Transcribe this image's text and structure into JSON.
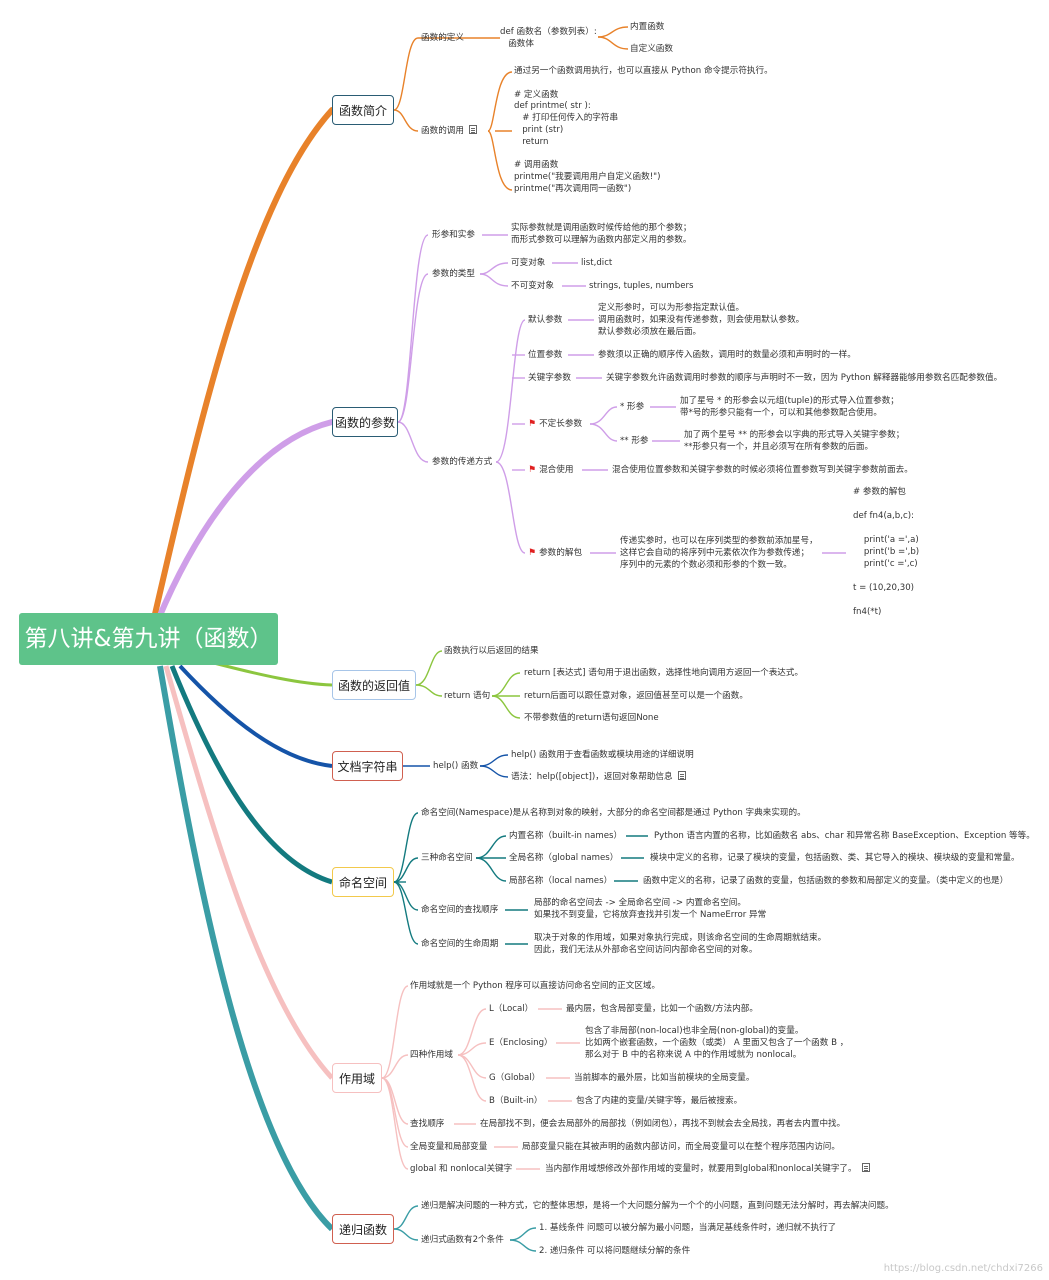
{
  "root": "第八讲&第九讲（函数）",
  "colors": {
    "root": "#5ec38a",
    "orange": "#e8822a",
    "violet": "#cf9ee8",
    "green": "#8cc63f",
    "blue": "#1554a8",
    "teal": "#137a7f",
    "pink": "#f6c0c0",
    "cyan": "#3a9da5"
  },
  "s1": {
    "title": "函数简介",
    "def_label": "函数的定义",
    "def_text": "def 函数名（参数列表）:\n   函数体",
    "builtin": "内置函数",
    "custom": "自定义函数",
    "call_label": "函数的调用",
    "call_text": "通过另一个函数调用执行，也可以直接从 Python 命令提示符执行。\n\n# 定义函数\ndef printme( str ):\n   # 打印任何传入的字符串\n   print (str)\n   return\n\n# 调用函数\nprintme(\"我要调用用户自定义函数!\")\nprintme(\"再次调用同一函数\")"
  },
  "s2": {
    "title": "函数的参数",
    "formal": "形参和实参",
    "formal_text": "实际参数就是调用函数时候传给他的那个参数；\n而形式参数可以理解为函数内部定义用的参数。",
    "types": "参数的类型",
    "mutable": "可变对象",
    "mutable_val": "list,dict",
    "immutable": "不可变对象",
    "immutable_val": "strings, tuples, numbers",
    "pass": "参数的传递方式",
    "default": "默认参数",
    "default_text": "定义形参时，可以为形参指定默认值。\n调用函数时，如果没有传递参数，则会使用默认参数。\n默认参数必须放在最后面。",
    "positional": "位置参数",
    "positional_text": "参数须以正确的顺序传入函数，调用时的数量必须和声明时的一样。",
    "keyword": "关键字参数",
    "keyword_text": "关键字参数允许函数调用时参数的顺序与声明时不一致，因为 Python 解释器能够用参数名匹配参数值。",
    "varlen": "不定长参数",
    "star": "* 形参",
    "star_text": "加了星号 * 的形参会以元组(tuple)的形式导入位置参数；\n带*号的形参只能有一个，可以和其他参数配合使用。",
    "dstar": "** 形参",
    "dstar_text": "加了两个星号 ** 的形参会以字典的形式导入关键字参数；\n**形参只有一个，并且必须写在所有参数的后面。",
    "mixed": "混合使用",
    "mixed_text": "混合使用位置参数和关键字参数的时候必须将位置参数写到关键字参数前面去。",
    "unpack": "参数的解包",
    "unpack_text": "传递实参时，也可以在序列类型的参数前添加星号，\n这样它会自动的将序列中元素依次作为参数传递；\n序列中的元素的个数必须和形参的个数一致。",
    "unpack_code": "# 参数的解包\n\ndef fn4(a,b,c):\n\n    print('a =',a)\n    print('b =',b)\n    print('c =',c)\n\nt = (10,20,30)\n\nfn4(*t)"
  },
  "s3": {
    "title": "函数的返回值",
    "result": "函数执行以后返回的结果",
    "ret": "return 语句",
    "r1": "return [表达式] 语句用于退出函数，选择性地向调用方返回一个表达式。",
    "r2": "return后面可以跟任意对象，返回值甚至可以是一个函数。",
    "r3": "不带参数值的return语句返回None"
  },
  "s4": {
    "title": "文档字符串",
    "help": "help() 函数",
    "h1": "help() 函数用于查看函数或模块用途的详细说明",
    "h2": "语法：help([object])，返回对象帮助信息"
  },
  "s5": {
    "title": "命名空间",
    "intro": "命名空间(Namespace)是从名称到对象的映射，大部分的命名空间都是通过 Python 字典来实现的。",
    "three": "三种命名空间",
    "builtin": "内置名称（built-in names）",
    "builtin_text": "Python 语言内置的名称，比如函数名 abs、char 和异常名称 BaseException、Exception 等等。",
    "global": "全局名称（global names）",
    "global_text": "模块中定义的名称，记录了模块的变量，包括函数、类、其它导入的模块、模块级的变量和常量。",
    "local": "局部名称（local names）",
    "local_text": "函数中定义的名称，记录了函数的变量，包括函数的参数和局部定义的变量。（类中定义的也是）",
    "order": "命名空间的查找顺序",
    "order_text": "局部的命名空间去 -> 全局命名空间 -> 内置命名空间。\n如果找不到变量，它将放弃查找并引发一个 NameError 异常",
    "life": "命名空间的生命周期",
    "life_text": "取决于对象的作用域，如果对象执行完成，则该命名空间的生命周期就结束。\n因此，我们无法从外部命名空间访问内部命名空间的对象。"
  },
  "s6": {
    "title": "作用域",
    "intro": "作用域就是一个 Python 程序可以直接访问命名空间的正文区域。",
    "four": "四种作用域",
    "L": "L（Local）",
    "L_text": "最内层，包含局部变量，比如一个函数/方法内部。",
    "E": "E（Enclosing）",
    "E_text": "包含了非局部(non-local)也非全局(non-global)的变量。\n比如两个嵌套函数，一个函数（或类） A 里面又包含了一个函数 B ，\n那么对于 B 中的名称来说 A 中的作用域就为 nonlocal。",
    "G": "G（Global）",
    "G_text": "当前脚本的最外层，比如当前模块的全局变量。",
    "B": "B（Built-in）",
    "B_text": "包含了内建的变量/关键字等，最后被搜索。",
    "lookup": "查找顺序",
    "lookup_text": "在局部找不到，便会去局部外的局部找（例如闭包），再找不到就会去全局找，再者去内置中找。",
    "gvl": "全局变量和局部变量",
    "gvl_text": "局部变量只能在其被声明的函数内部访问，而全局变量可以在整个程序范围内访问。",
    "kw": "global 和 nonlocal关键字",
    "kw_text": "当内部作用域想修改外部作用域的变量时，就要用到global和nonlocal关键字了。"
  },
  "s7": {
    "title": "递归函数",
    "intro": "递归是解决问题的一种方式，它的整体思想，是将一个大问题分解为一个个的小问题，直到问题无法分解时，再去解决问题。",
    "cond": "递归式函数有2个条件",
    "c1": "1. 基线条件 问题可以被分解为最小问题，当满足基线条件时，递归就不执行了",
    "c2": "2. 递归条件 可以将问题继续分解的条件"
  },
  "watermark": "https://blog.csdn.net/chdxi7266"
}
